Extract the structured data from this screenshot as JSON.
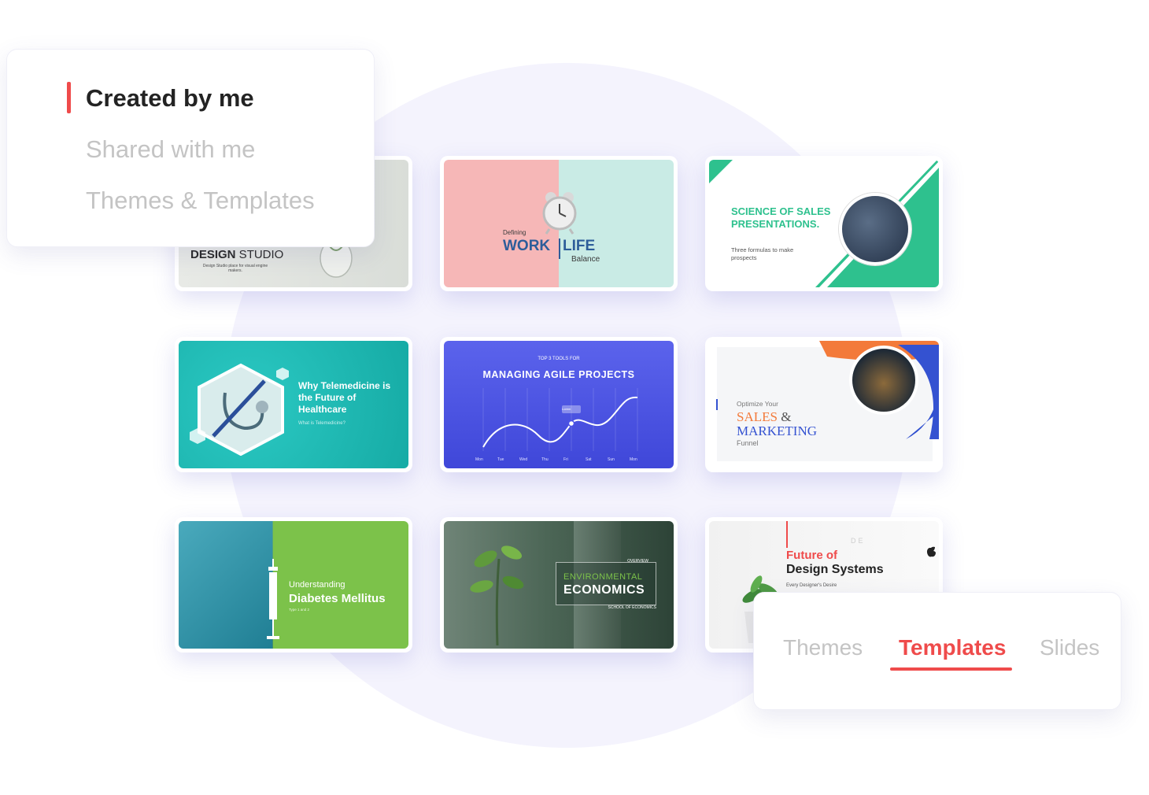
{
  "nav": {
    "items": [
      {
        "label": "Created by me"
      },
      {
        "label": "Shared with me"
      },
      {
        "label": "Themes & Templates"
      }
    ],
    "active_index": 0
  },
  "tabs": {
    "items": [
      {
        "label": "Themes"
      },
      {
        "label": "Templates"
      },
      {
        "label": "Slides"
      }
    ],
    "active_index": 1
  },
  "cards": {
    "design_studio": {
      "title_a": "DESIGN",
      "title_b": " STUDIO",
      "subtitle": "Design Studio place for visual engine makers."
    },
    "work_life": {
      "defining": "Defining",
      "work": "WORK",
      "life": "LIFE",
      "balance": "Balance"
    },
    "sales_science": {
      "title": "SCIENCE OF SALES PRESENTATIONS.",
      "subtitle": "Three formulas to make prospects"
    },
    "telemedicine": {
      "title": "Why Telemedicine is the Future of Healthcare",
      "subtitle": "What is Telemedicine?"
    },
    "agile": {
      "kicker": "TOP 3 TOOLS FOR",
      "title": "MANAGING AGILE PROJECTS",
      "days": [
        "Mon",
        "Tue",
        "Wed",
        "Thu",
        "Fri",
        "Sat",
        "Sun",
        "Mon"
      ],
      "badge": "Lorem"
    },
    "sales_marketing": {
      "optimize": "Optimize Your",
      "sales": "SALES",
      "amp": " &",
      "marketing": "MARKETING",
      "funnel": "Funnel"
    },
    "diabetes": {
      "understanding": "Understanding",
      "title": "Diabetes Mellitus",
      "subtitle": "Type 1 and 2"
    },
    "economics": {
      "overview": "OVERVIEW",
      "environmental": "ENVIRONMENTAL",
      "economics": "ECONOMICS",
      "school": "SCHOOL OF ECONOMICS"
    },
    "design_systems": {
      "future": "Future of",
      "title": "Design Systems",
      "subtitle": "Every Designer's Desire",
      "wall_text": "DE"
    }
  },
  "colors": {
    "accent": "#ef4b4b",
    "circle": "#f4f3fd",
    "teal": "#1fb9b3",
    "agile_blue": "#4a52e8",
    "green": "#7cc24a",
    "sales_green": "#2ec18e"
  }
}
